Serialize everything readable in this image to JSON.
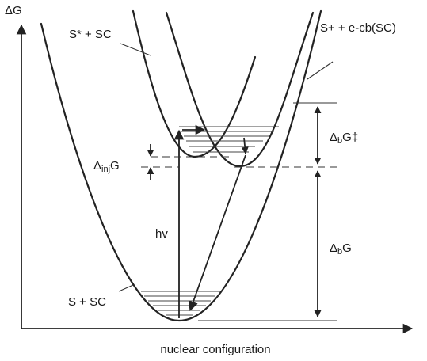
{
  "labels": {
    "y_axis": "ΔG",
    "x_axis": "nuclear configuration",
    "excited_state": "S* + SC",
    "oxidized_state": "S+ + e-cb(SC)",
    "ground_state": "S + SC",
    "photon": "hv",
    "injection_prefix": "Δ",
    "injection_sub": "inj",
    "injection_suffix": "G",
    "back_barrier_prefix": "Δ",
    "back_barrier_sub": "b",
    "back_barrier_suffix": "G‡",
    "back_energy_prefix": "Δ",
    "back_energy_sub": "b",
    "back_energy_suffix": "G"
  },
  "colors": {
    "ink": "#222222",
    "background": "#ffffff"
  }
}
